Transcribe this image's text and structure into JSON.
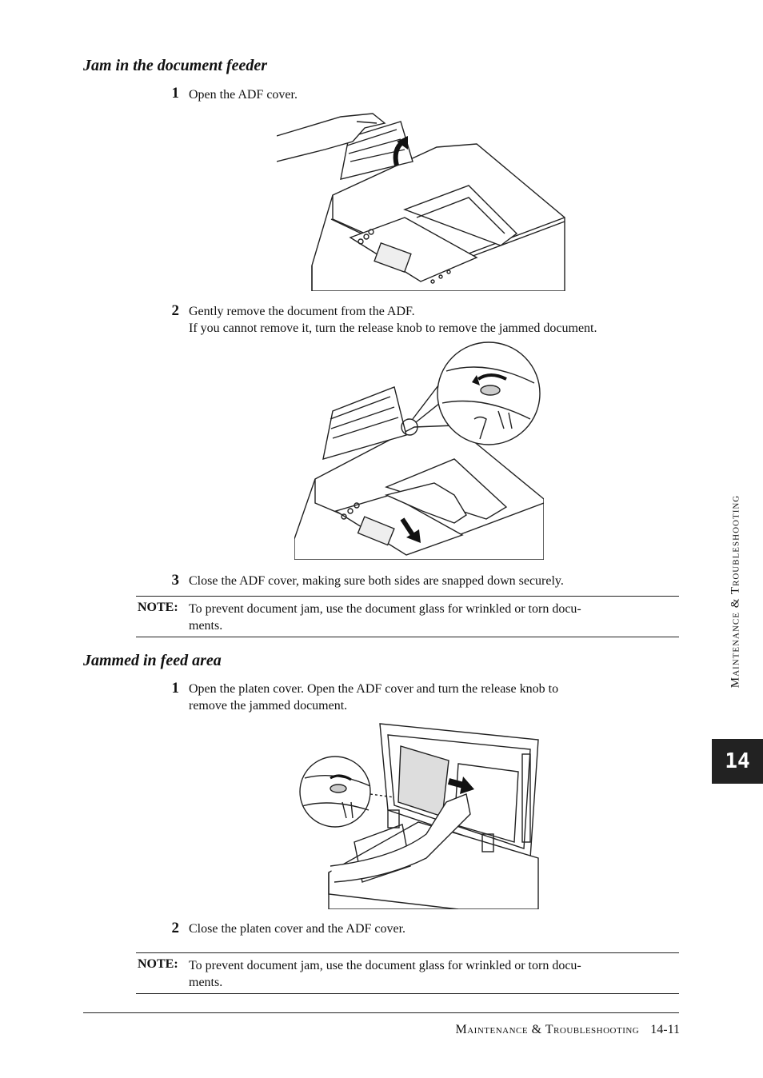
{
  "section1": {
    "heading": "Jam in the document feeder",
    "steps": [
      {
        "num": "1",
        "lines": [
          "Open the ADF cover."
        ]
      },
      {
        "num": "2",
        "lines": [
          "Gently remove the document from the ADF.",
          "If you cannot remove it, turn the release knob to remove the jammed document."
        ]
      },
      {
        "num": "3",
        "lines": [
          "Close the ADF cover, making sure both sides are snapped down securely."
        ]
      }
    ],
    "note": {
      "label": "NOTE:",
      "lines": [
        "To prevent document jam, use the document glass for wrinkled or torn docu-",
        "ments."
      ]
    }
  },
  "section2": {
    "heading": "Jammed in feed area",
    "steps": [
      {
        "num": "1",
        "lines": [
          "Open the platen cover. Open the ADF cover and turn the release knob to",
          "remove the jammed document."
        ]
      },
      {
        "num": "2",
        "lines": [
          "Close the platen cover and the ADF cover."
        ]
      }
    ],
    "note": {
      "label": "NOTE:",
      "lines": [
        "To prevent document jam, use the document glass for wrinkled or torn docu-",
        "ments."
      ]
    }
  },
  "sidebar": {
    "section_label": "Maintenance & Troubleshooting",
    "chapter_tab": "14"
  },
  "footer": {
    "section_label": "Maintenance & Troubleshooting",
    "page_number": "14-11"
  }
}
